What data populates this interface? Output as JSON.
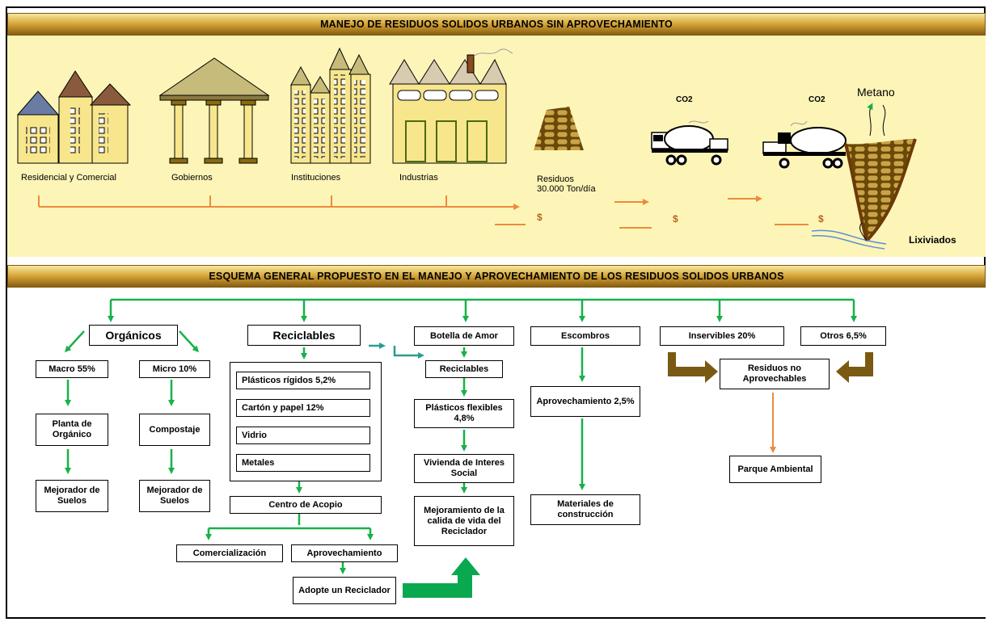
{
  "section1": {
    "title": "MANEJO DE RESIDUOS SOLIDOS URBANOS SIN APROVECHAMIENTO",
    "sources": [
      "Residencial y Comercial",
      "Gobiernos",
      "Instituciones",
      "Industrias"
    ],
    "residuos_label": "Residuos",
    "residuos_amount": "30.000 Ton/día",
    "co2_labels": [
      "CO2",
      "CO2"
    ],
    "metano": "Metano",
    "lixiviados": "Lixiviados",
    "dollar": "$"
  },
  "section2": {
    "title": "ESQUEMA GENERAL PROPUESTO EN EL MANEJO Y APROVECHAMIENTO DE LOS RESIDUOS SOLIDOS URBANOS",
    "organicos": "Orgánicos",
    "macro": "Macro 55%",
    "micro": "Micro 10%",
    "planta": "Planta de Orgánico",
    "compostaje": "Compostaje",
    "mejorador1": "Mejorador de Suelos",
    "mejorador2": "Mejorador de Suelos",
    "reciclables": "Reciclables",
    "plasticos_rigidos": "Plásticos rígidos 5,2%",
    "carton": "Cartón y papel 12%",
    "vidrio": "Vidrio",
    "metales": "Metales",
    "centro": "Centro de Acopio",
    "comercializacion": "Comercialización",
    "aprovechamiento": "Aprovechamiento",
    "adopte": "Adopte un Reciclador",
    "botella": "Botella de Amor",
    "reciclables2": "Reciclables",
    "plasticos_flexibles": "Plásticos flexibles 4,8%",
    "vivienda": "Vivienda de Interes Social",
    "mejoramiento": "Mejoramiento de la calida de vida del Reciclador",
    "escombros": "Escombros",
    "aprov_escombros": "Aprovechamiento 2,5%",
    "materiales": "Materiales de construcción",
    "inservibles": "Inservibles 20%",
    "otros": "Otros 6,5%",
    "no_aprovechables": "Residuos no Aprovechables",
    "parque": "Parque Ambiental"
  },
  "colors": {
    "green": "#18b14a",
    "orange": "#ee8a3c",
    "brown": "#7a5a12",
    "teal": "#2a9d8f"
  }
}
